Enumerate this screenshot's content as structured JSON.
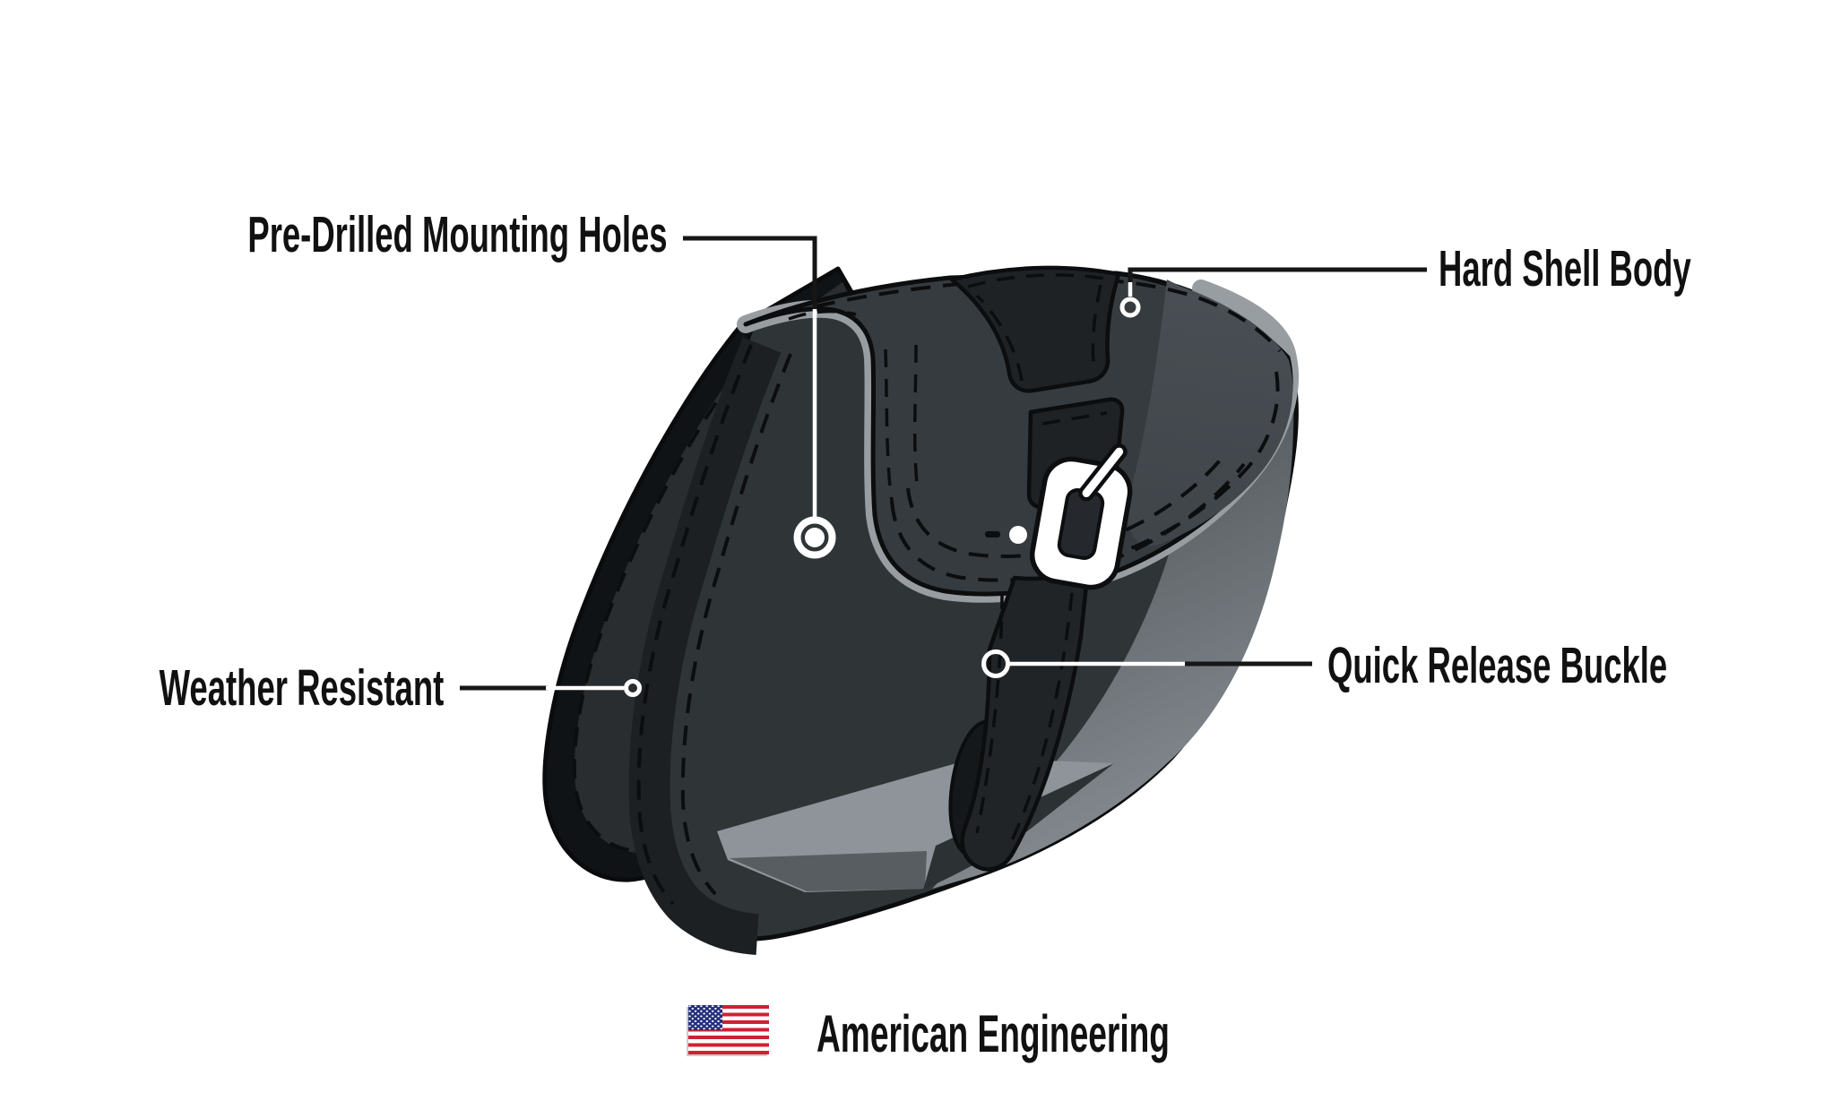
{
  "callouts": {
    "pre_drilled": {
      "label": "Pre-Drilled Mounting Holes"
    },
    "hard_shell": {
      "label": "Hard Shell Body"
    },
    "weather": {
      "label": "Weather Resistant"
    },
    "quick_release": {
      "label": "Quick Release Buckle"
    }
  },
  "footer": {
    "text": "American Engineering",
    "flag_icon": "us-flag-icon"
  },
  "illustration": {
    "subject": "motorcycle-saddlebag",
    "colors": {
      "label_text": "#111111",
      "callout_line_dark": "#161616",
      "callout_line_light": "#ffffff",
      "bag_flap": "#363b3f",
      "bag_body": "#2f3437",
      "bag_back_panel": "#292d30",
      "bag_edge_dark": "#101315",
      "strap_black": "#1e2225",
      "piping_gray": "#989da1",
      "bottom_panel_gray": "#8e9499",
      "buckle_metal": "#ffffff",
      "flag_red": "#cc2231",
      "flag_blue": "#252f7d"
    }
  }
}
